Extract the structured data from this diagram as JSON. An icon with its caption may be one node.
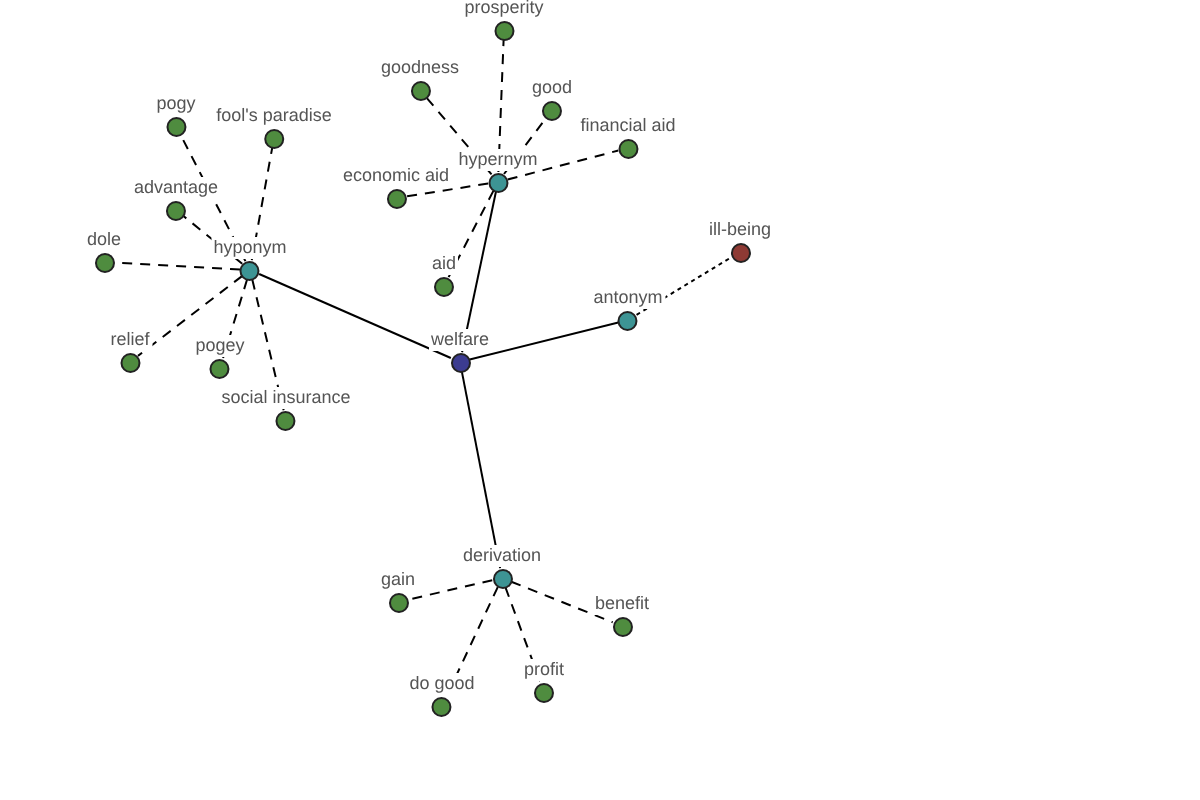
{
  "diagram": {
    "nodes": [
      {
        "text": [
          "welfare"
        ]
      },
      {
        "text": [
          "hyponym"
        ]
      },
      {
        "text": [
          "hypernym"
        ]
      },
      {
        "text": [
          "antonym"
        ]
      },
      {
        "text": [
          "derivation"
        ]
      },
      {
        "text": [
          "pogy"
        ]
      },
      {
        "text": [
          "fool's paradise"
        ]
      },
      {
        "text": [
          "advantage"
        ]
      },
      {
        "text": [
          "dole"
        ]
      },
      {
        "text": [
          "relief"
        ]
      },
      {
        "text": [
          "pogey"
        ]
      },
      {
        "text": [
          "social insurance"
        ]
      },
      {
        "text": [
          "prosperity"
        ]
      },
      {
        "text": [
          "goodness"
        ]
      },
      {
        "text": [
          "good"
        ]
      },
      {
        "text": [
          "financial aid"
        ]
      },
      {
        "text": [
          "economic aid"
        ]
      },
      {
        "text": [
          "aid"
        ]
      },
      {
        "text": [
          "ill-being"
        ]
      },
      {
        "text": [
          "gain"
        ]
      },
      {
        "text": [
          "benefit"
        ]
      },
      {
        "text": [
          "do good"
        ]
      },
      {
        "text": [
          "profit"
        ]
      }
    ],
    "edges": [
      {
        "from": 0,
        "to": 1,
        "arrow": "none"
      },
      {
        "from": 0,
        "to": 2,
        "arrow": "none"
      },
      {
        "from": 0,
        "to": 3,
        "arrow": "none"
      },
      {
        "from": 0,
        "to": 4,
        "arrow": "none"
      },
      {
        "from": 1,
        "to": 5,
        "arrow": "none",
        "style": "dashed"
      },
      {
        "from": 1,
        "to": 6,
        "arrow": "none",
        "style": "dashed"
      },
      {
        "from": 1,
        "to": 7,
        "arrow": "none",
        "style": "dashed"
      },
      {
        "from": 1,
        "to": 8,
        "arrow": "none",
        "style": "dashed"
      },
      {
        "from": 1,
        "to": 9,
        "arrow": "none",
        "style": "dashed"
      },
      {
        "from": 1,
        "to": 10,
        "arrow": "none",
        "style": "dashed"
      },
      {
        "from": 1,
        "to": 11,
        "arrow": "none",
        "style": "dashed"
      },
      {
        "from": 2,
        "to": 12,
        "arrow": "none",
        "style": "dashed"
      },
      {
        "from": 2,
        "to": 13,
        "arrow": "none",
        "style": "dashed"
      },
      {
        "from": 2,
        "to": 14,
        "arrow": "none",
        "style": "dashed"
      },
      {
        "from": 2,
        "to": 15,
        "arrow": "none",
        "style": "dashed"
      },
      {
        "from": 2,
        "to": 16,
        "arrow": "none",
        "style": "dashed"
      },
      {
        "from": 2,
        "to": 17,
        "arrow": "none",
        "style": "dashed"
      },
      {
        "from": 3,
        "to": 18,
        "arrow": "none",
        "style": "dashed"
      },
      {
        "from": 4,
        "to": 19,
        "arrow": "none",
        "style": "dashed"
      },
      {
        "from": 4,
        "to": 20,
        "arrow": "none",
        "style": "dashed"
      },
      {
        "from": 4,
        "to": 21,
        "arrow": "none",
        "style": "dashed"
      },
      {
        "from": 4,
        "to": 22,
        "arrow": "none",
        "style": "dashed"
      }
    ]
  }
}
